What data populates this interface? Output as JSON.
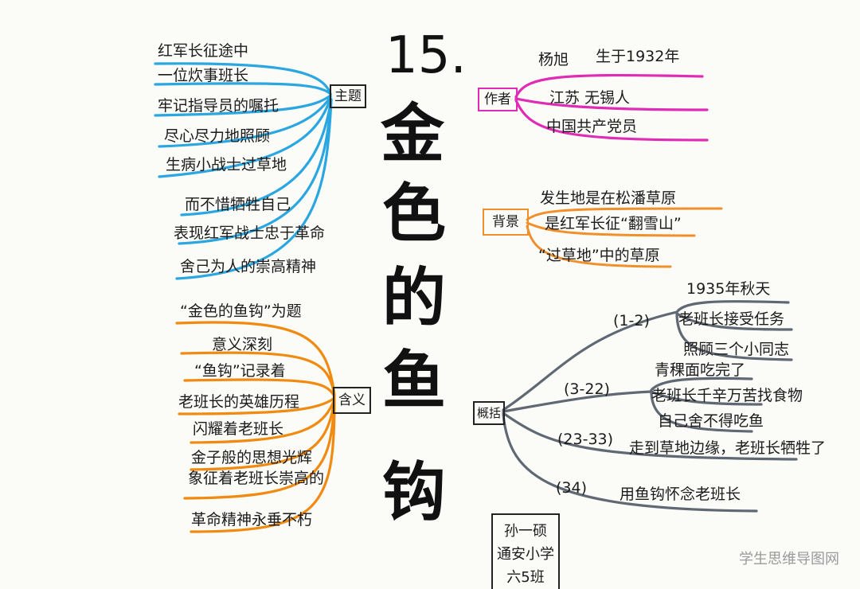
{
  "title": {
    "number": "15.",
    "chars": [
      "金",
      "色",
      "的",
      "鱼",
      "钩"
    ]
  },
  "colors": {
    "theme": "#2aa6e0",
    "author": "#e02bb4",
    "background": "#f0902a",
    "meaning": "#f08a10",
    "summary": "#5f6873"
  },
  "branches": {
    "theme": {
      "label": "主题",
      "items": [
        "红军长征途中",
        "一位炊事班长",
        "牢记指导员的嘱托",
        "尽心尽力地照顾",
        "生病小战士过草地",
        "而不惜牺牲自己",
        "表现红军战士忠于革命",
        "舍己为人的崇高精神"
      ]
    },
    "author": {
      "label": "作者",
      "items": [
        "杨旭",
        "生于1932年",
        "江苏 无锡人",
        "中国共产党员"
      ]
    },
    "background": {
      "label": "背景",
      "items": [
        "发生地是在松潘草原",
        "是红军长征“翻雪山”",
        "“过草地”中的草原"
      ]
    },
    "meaning": {
      "label": "含义",
      "items": [
        "“金色的鱼钩”为题",
        "意义深刻",
        "“鱼钩”记录着",
        "老班长的英雄历程",
        "闪耀着老班长",
        "金子般的思想光辉",
        "象征着老班长崇高的",
        "革命精神永垂不朽"
      ]
    },
    "summary": {
      "label": "概括",
      "groups": [
        {
          "range": "(1-2)",
          "items": [
            "1935年秋天",
            "老班长接受任务",
            "照顾三个小同志"
          ]
        },
        {
          "range": "(3-22)",
          "items": [
            "青稞面吃完了",
            "老班长千辛万苦找食物",
            "自己舍不得吃鱼"
          ]
        },
        {
          "range": "(23-33)",
          "items": [
            "走到草地边缘，老班长牺牲了"
          ]
        },
        {
          "range": "(34)",
          "items": [
            "用鱼钩怀念老班长"
          ]
        }
      ]
    }
  },
  "credit": {
    "lines": [
      "孙一硕",
      "通安小学",
      "六5班"
    ]
  },
  "watermark": "学生思维导图网"
}
